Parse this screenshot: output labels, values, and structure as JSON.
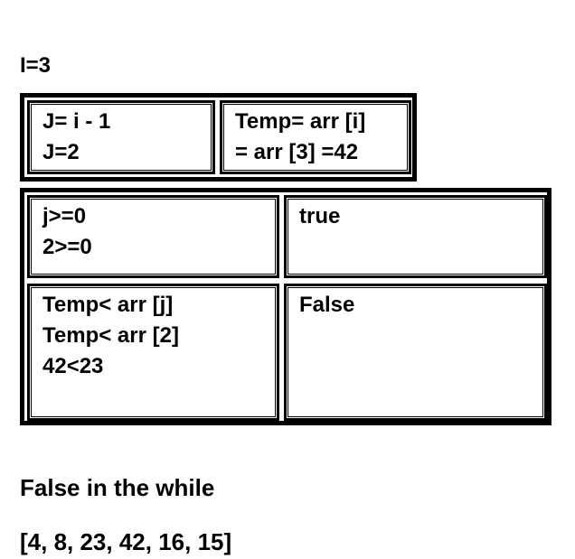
{
  "heading": "I=3",
  "table1": {
    "cell1": [
      "J= i - 1",
      "J=2"
    ],
    "cell2": [
      "Temp= arr [i]",
      "= arr [3] =42"
    ]
  },
  "table2": {
    "row1": {
      "condition": [
        "j>=0",
        "2>=0"
      ],
      "result": "true"
    },
    "row2": {
      "condition": [
        "Temp< arr [j]",
        "Temp< arr [2]",
        "42<23"
      ],
      "result": "False"
    }
  },
  "note1": "False in the while",
  "note2": "[4, 8, 23, 42, 16, 15]"
}
